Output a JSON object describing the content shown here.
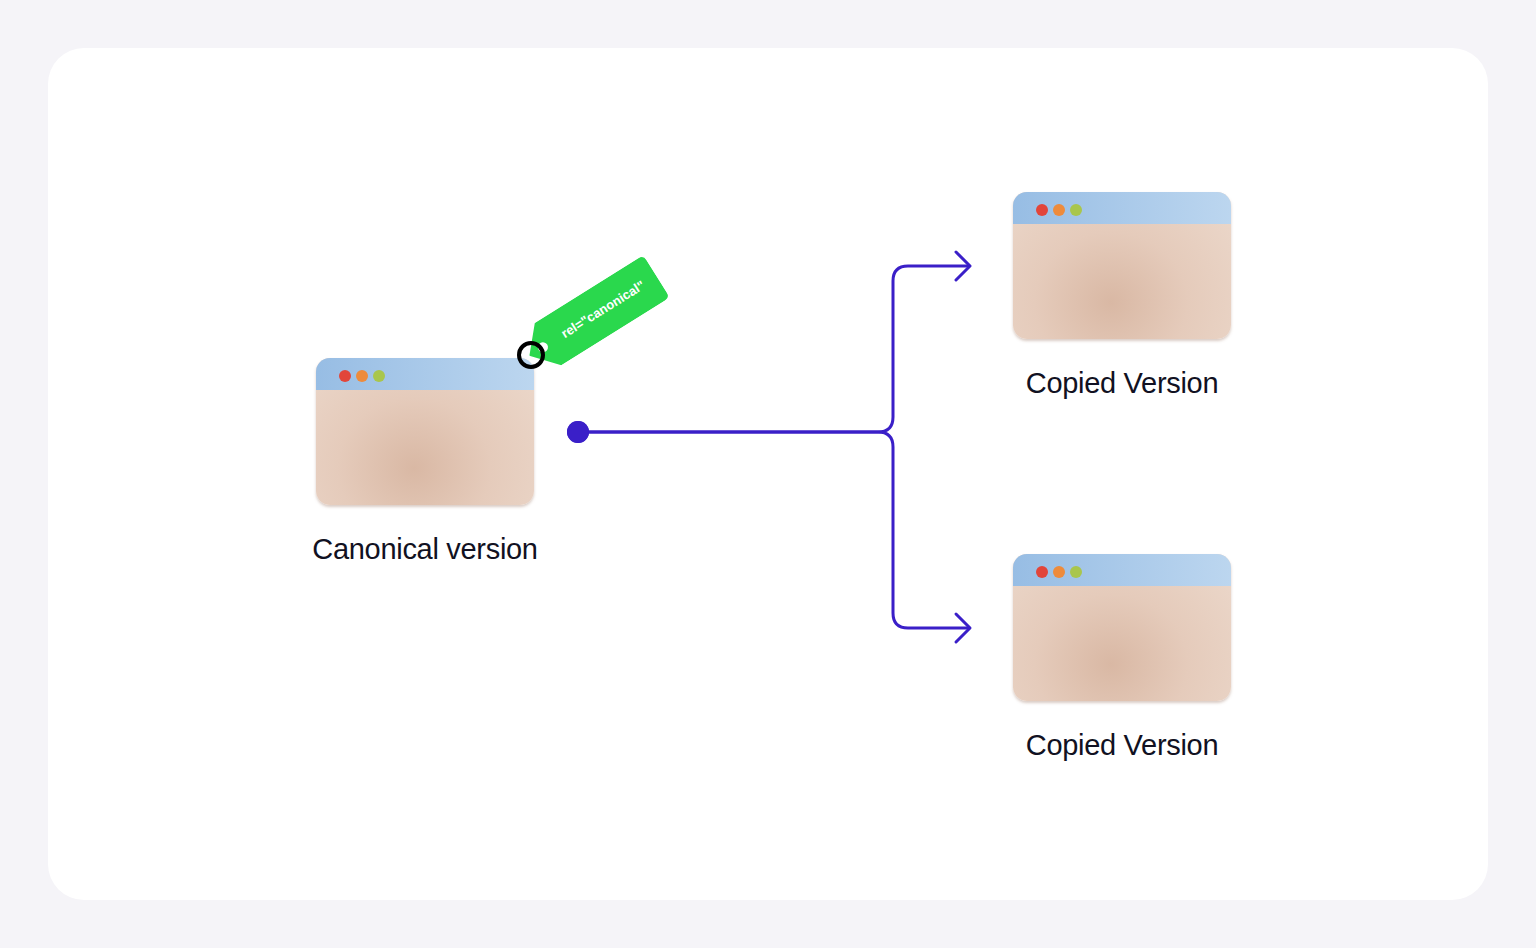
{
  "diagram": {
    "nodes": [
      {
        "text": [
          "Canonical version"
        ]
      },
      {
        "text": [
          "rel=\"canonical\""
        ]
      },
      {
        "text": [
          "Copied Version"
        ]
      },
      {
        "text": [
          "Copied Version"
        ]
      }
    ],
    "edges": [
      {
        "from": 0,
        "to": 2,
        "arrow": "to"
      },
      {
        "from": 0,
        "to": 3,
        "arrow": "to"
      }
    ]
  }
}
